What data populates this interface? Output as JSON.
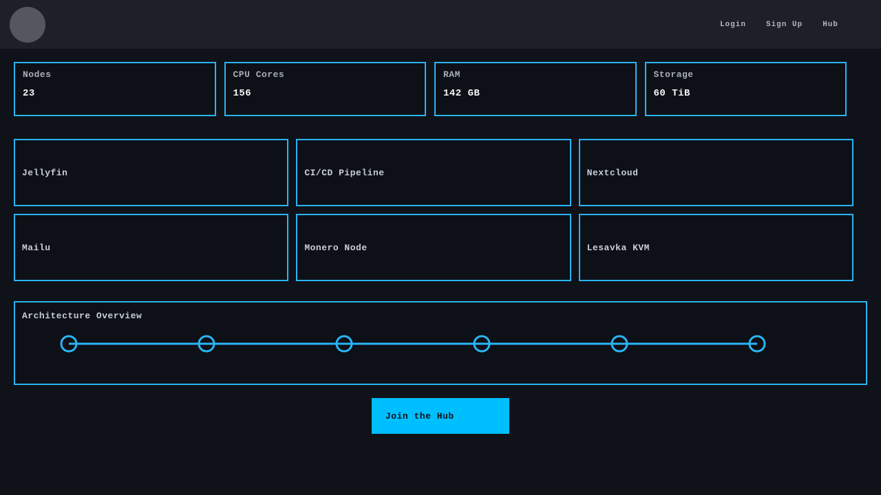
{
  "colors": {
    "accent": "#2ab5f5",
    "button_bg": "#00bfff",
    "page_bg": "#10121a",
    "navbar_bg": "#1e2028",
    "card_bg": "#0d1017"
  },
  "navbar": {
    "links": [
      {
        "label": "Login"
      },
      {
        "label": "Sign Up"
      },
      {
        "label": "Hub"
      }
    ]
  },
  "stats": [
    {
      "label": "Nodes",
      "value": "23"
    },
    {
      "label": "CPU Cores",
      "value": "156"
    },
    {
      "label": "RAM",
      "value": "142 GB"
    },
    {
      "label": "Storage",
      "value": "60 TiB"
    }
  ],
  "services": [
    {
      "title": "Jellyfin"
    },
    {
      "title": "CI/CD Pipeline"
    },
    {
      "title": "Nextcloud"
    },
    {
      "title": "Mailu"
    },
    {
      "title": "Monero Node"
    },
    {
      "title": "Lesavka KVM"
    }
  ],
  "architecture": {
    "title": "Architecture Overview",
    "node_count": 6
  },
  "cta": {
    "label": "Join the Hub"
  }
}
